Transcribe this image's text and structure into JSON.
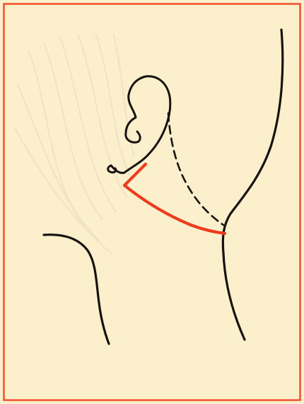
{
  "colors": {
    "paper": "#fcefcb",
    "border": "#f0512b",
    "line": "#161311",
    "accent": "#ee3b1d",
    "faint_texture": "#eee3c5"
  },
  "figure": {
    "parts": [
      "ear",
      "jaw-dashed",
      "neck-front",
      "back-of-neck-and-shoulder",
      "incision-line"
    ]
  }
}
